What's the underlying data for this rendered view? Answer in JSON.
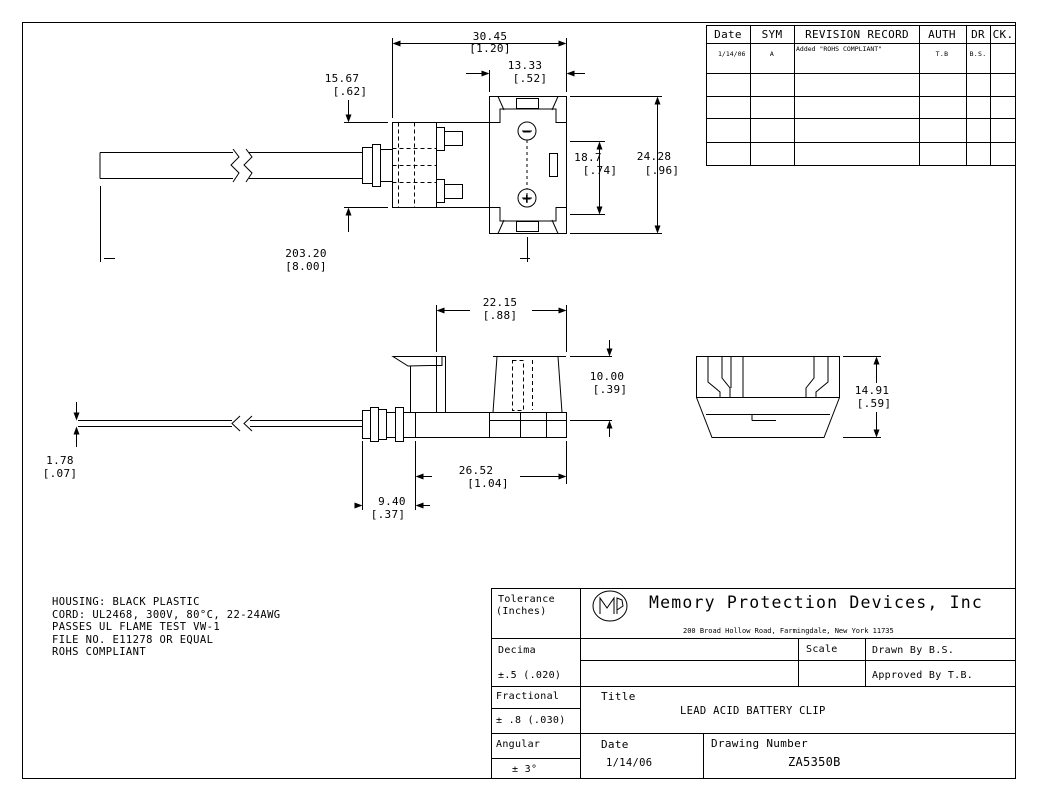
{
  "revision_table": {
    "headers": [
      "Date",
      "SYM",
      "REVISION RECORD",
      "AUTH",
      "DR",
      "CK."
    ],
    "rows": [
      [
        "1/14/06",
        "A",
        "Added \"ROHS COMPLIANT\"",
        "T.B",
        "B.S.",
        ""
      ]
    ]
  },
  "top_view": {
    "overall_width": "30.45",
    "overall_width_in": "[1.20]",
    "housing_width": "13.33",
    "housing_width_in": "[.52]",
    "cord_offset": "15.67",
    "cord_offset_in": "[.62]",
    "inner_height": "18.7",
    "inner_height_in": "[.74]",
    "overall_height": "24.28",
    "overall_height_in": "[.96]",
    "cord_length": "203.20",
    "cord_length_in": "[8.00]",
    "negative_symbol": "−",
    "positive_symbol": "+"
  },
  "side_view": {
    "body_width": "22.15",
    "body_width_in": "[.88]",
    "cap_height": "10.00",
    "cap_height_in": "[.39]",
    "cord_dia": "1.78",
    "cord_dia_in": "[.07]",
    "base_length": "26.52",
    "base_length_in": "[1.04]",
    "strain_relief": "9.40",
    "strain_relief_in": "[.37]"
  },
  "end_view": {
    "height": "14.91",
    "height_in": "[.59]"
  },
  "notes": [
    "HOUSING: BLACK PLASTIC",
    "CORD: UL2468, 300V, 80°C, 22-24AWG",
    "PASSES UL FLAME TEST VW-1",
    "FILE NO. E11278 OR EQUAL",
    "ROHS COMPLIANT"
  ],
  "title_block": {
    "tolerance_label": "Tolerance",
    "tolerance_unit": "(Inches)",
    "company": "Memory Protection Devices, Inc",
    "address": "200 Broad Hollow Road, Farmingdale, New York 11735",
    "logo_text": "MPD",
    "decimal_label": "Decima",
    "decimal_value": "±.5 (.020)",
    "scale_label": "Scale",
    "drawn_by": "Drawn By  B.S.",
    "approved_by": "Approved By  T.B.",
    "fractional_label": "Fractional",
    "fractional_value": "± .8 (.030)",
    "title_label": "Title",
    "title_value": "LEAD ACID BATTERY CLIP",
    "angular_label": "Angular",
    "angular_value": "± 3°",
    "date_label": "Date",
    "date_value": "1/14/06",
    "drawing_number_label": "Drawing Number",
    "drawing_number_value": "ZA5350B"
  }
}
